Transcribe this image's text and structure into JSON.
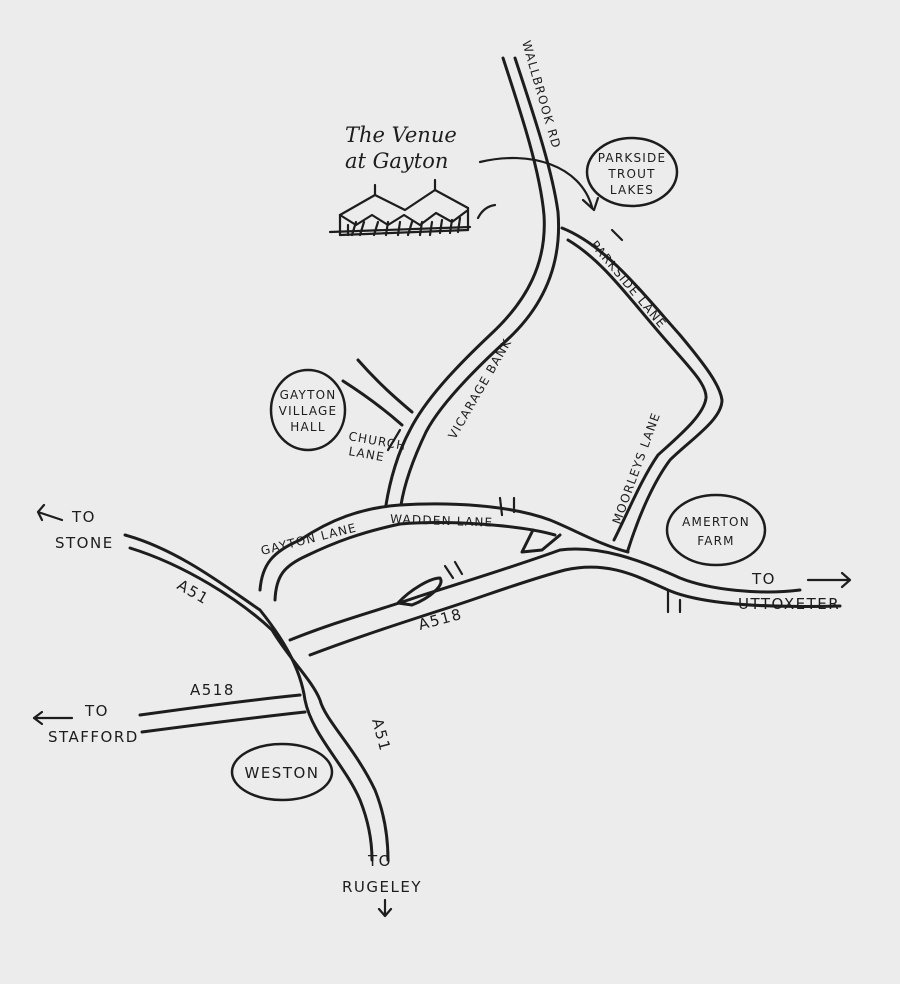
{
  "venue": {
    "line1": "The Venue",
    "line2": "at Gayton"
  },
  "roads": {
    "wallbrook_rd": "WALLBROOK RD",
    "parkside_lane": "PARKSIDE LANE",
    "vicarage_bank": "VICARAGE BANK",
    "moorleys_lane": "MOORLEYS LANE",
    "church_lane_1": "CHURCH",
    "church_lane_2": "LANE",
    "gayton_lane": "GAYTON LANE",
    "wadden_lane": "WADDEN LANE",
    "a51_north": "A51",
    "a51_south": "A51",
    "a518_east": "A518",
    "a518_west": "A518"
  },
  "places": {
    "parkside_trout_lakes": [
      "PARKSIDE",
      "TROUT",
      "LAKES"
    ],
    "gayton_village_hall": [
      "GAYTON",
      "VILLAGE",
      "HALL"
    ],
    "amerton_farm": [
      "AMERTON",
      "FARM"
    ],
    "weston": "WESTON"
  },
  "destinations": {
    "stone": {
      "to": "TO",
      "name": "STONE"
    },
    "stafford": {
      "to": "TO",
      "name": "STAFFORD"
    },
    "uttoxeter": {
      "to": "TO",
      "name": "UTTOXETER"
    },
    "rugeley": {
      "to": "TO",
      "name": "RUGELEY"
    }
  },
  "icons": {
    "venue": "marquee-icon",
    "pointer": "curved-arrow-icon"
  },
  "colors": {
    "paper": "#ececec",
    "ink": "#1d1d1d"
  }
}
